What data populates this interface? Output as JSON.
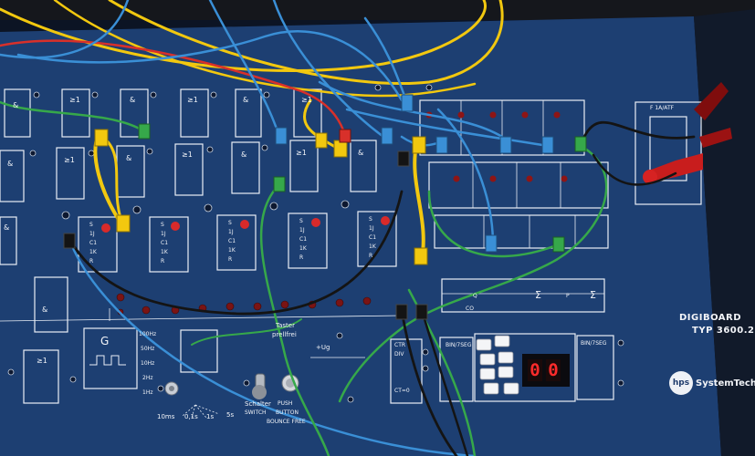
{
  "board": {
    "name": "DIGIBOARD",
    "model": "TYP 3600.2",
    "maker_logo": "hps",
    "maker_name": "SystemTechn"
  },
  "panel_labels": {
    "gate_and": "&",
    "gate_or": "≥1",
    "clock_g": "G",
    "freq_100hz": "100Hz",
    "freq_50hz": "50Hz",
    "freq_10hz": "10Hz",
    "freq_2hz": "2Hz",
    "freq_1hz": "1Hz",
    "time_10ms": "10ms",
    "time_01s": "0,1s",
    "time_1s": "1s",
    "time_5s": "5s",
    "switch_schalter": "Schalter",
    "switch_english": "SWITCH",
    "push_label": "PUSH",
    "button_label": "BUTTON",
    "bounce_free": "BOUNCE FREE",
    "taster": "Taster",
    "prellfrei": "prellfrei",
    "plus_ug": "+Ug",
    "ff_pins": [
      "S",
      "1J",
      "C1",
      "1K",
      "R"
    ],
    "counter_ctr": "CTR",
    "counter_div": "DIV",
    "counter_ct0": "CT=0",
    "bin_7seg": "BIN/7SEG",
    "register_q": "Q",
    "register_co": "CO",
    "register_p": "P",
    "register_sigma": "Σ",
    "relay_label": "F 1A/ATF"
  },
  "display": {
    "digits": [
      "0",
      "0"
    ]
  },
  "colors": {
    "panel": "#1d3f72",
    "wire_blue": "#3a8fd6",
    "wire_yellow": "#f2c80f",
    "wire_green": "#36a84a",
    "wire_red": "#d8302a",
    "wire_black": "#141414",
    "led_red": "#b0181c",
    "segment_red": "#ff2b2b"
  }
}
